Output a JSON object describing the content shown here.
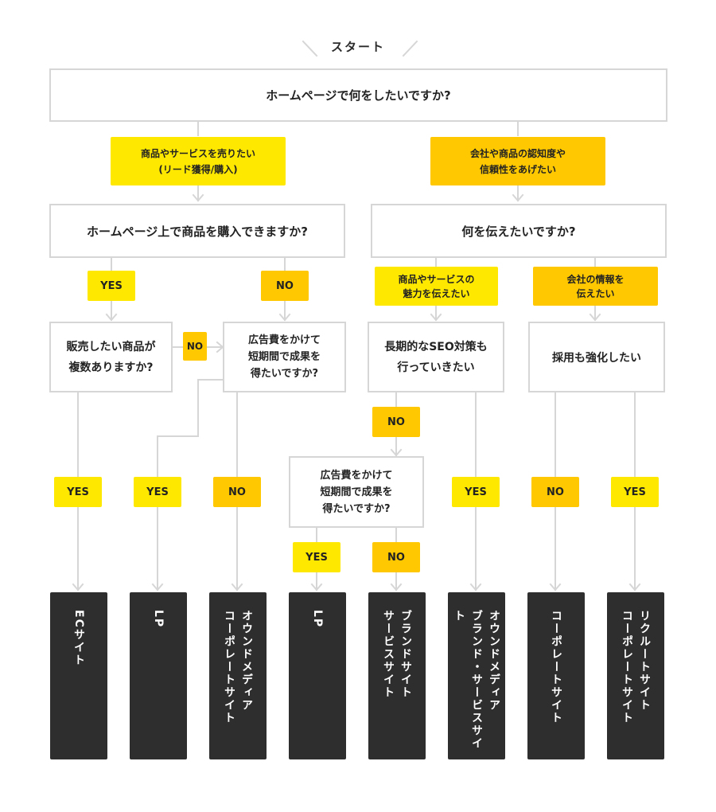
{
  "start": {
    "label": "スタート"
  },
  "question_main": "ホームページで何をしたいですか?",
  "goal_sell": "商品やサービスを売りたい\n(リード獲得/購入)",
  "goal_awareness": "会社や商品の認知度や\n信頼性をあげたい",
  "question_purchase_online": "ホームページ上で商品を購入できますか?",
  "question_convey": "何を伝えたいですか?",
  "tag_yes_1": "YES",
  "tag_no_1": "NO",
  "convey_product_appeal": "商品やサービスの\n魅力を伝えたい",
  "convey_company_info": "会社の情報を\n伝えたい",
  "question_many_products": "販売したい商品が\n複数ありますか?",
  "tag_no_2": "NO",
  "question_ads_left": "広告費をかけて\n短期間で成果を\n得たいですか?",
  "question_seo": "長期的なSEO対策も\n行っていきたい",
  "question_recruit": "採用も強化したい",
  "tag_no_seo": "NO",
  "question_ads_middle": "広告費をかけて\n短期間で成果を\n得たいですか?",
  "tag_yes_ec": "YES",
  "tag_yes_lp": "YES",
  "tag_no_owned": "NO",
  "tag_yes_lp2": "YES",
  "tag_no_brand": "NO",
  "tag_yes_seo": "YES",
  "tag_no_corp": "NO",
  "tag_yes_recruit": "YES",
  "results": [
    "ECサイト",
    "LP",
    "オウンドメディア\nコーポレートサイト",
    "LP",
    "ブランドサイト\nサービスサイト",
    "オウンドメディア\nブランド・サービスサイト",
    "コーポレートサイト",
    "リクルートサイト\nコーポレートサイト"
  ],
  "colors": {
    "line": "#d6d6d6",
    "yellow": "#ffe800",
    "amber": "#ffc800",
    "result_bg": "#2e2e2e"
  }
}
